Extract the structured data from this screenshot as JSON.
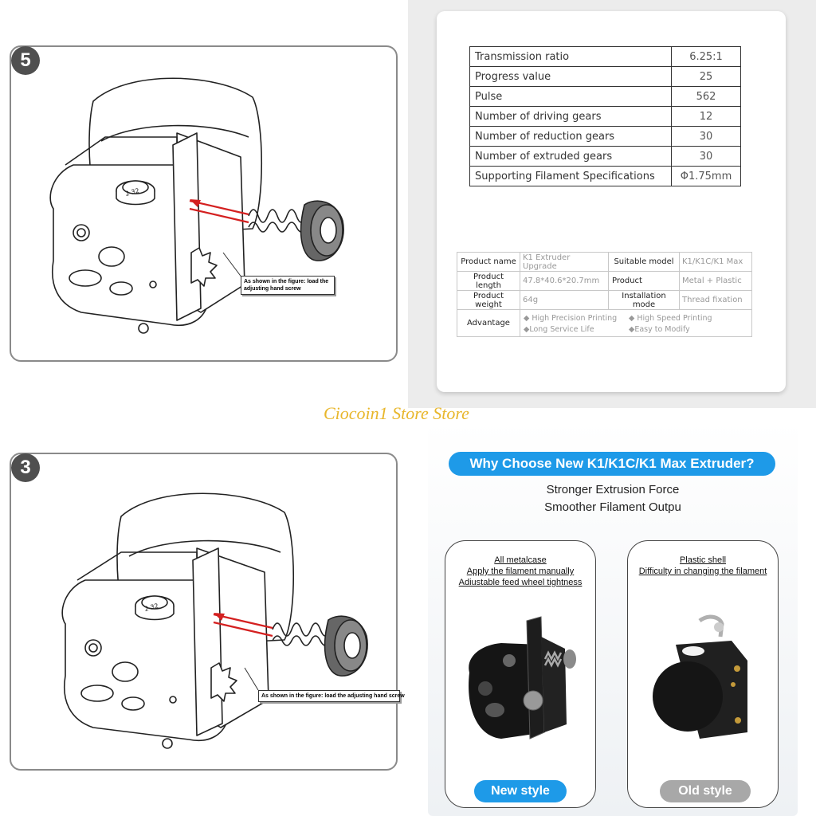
{
  "steps": [
    {
      "number": "5",
      "note": "As shown in the figure: load the adjusting hand screw"
    },
    {
      "number": "3",
      "note": "As shown in the figure: load the adjusting hand screw"
    }
  ],
  "screw_mark": "32",
  "specs": [
    {
      "label": "Transmission ratio",
      "value": "6.25:1"
    },
    {
      "label": "Progress value",
      "value": "25"
    },
    {
      "label": "Pulse",
      "value": "562"
    },
    {
      "label": "Number of driving gears",
      "value": "12"
    },
    {
      "label": "Number of reduction gears",
      "value": "30"
    },
    {
      "label": "Number of extruded gears",
      "value": "30"
    },
    {
      "label": "Supporting Filament Specifications",
      "value": "Φ1.75mm"
    }
  ],
  "product": {
    "name_label": "Product name",
    "name_value": "K1 Extruder Upgrade",
    "model_label": "Suitable model",
    "model_value": "K1/K1C/K1 Max",
    "length_label": "Product length",
    "length_value": "47.8*40.6*20.7mm",
    "material_label": "Product",
    "material_value": "Metal + Plastic",
    "weight_label": "Product weight",
    "weight_value": "64g",
    "install_label": "Installation mode",
    "install_value": "Thread fixation",
    "advantage_label": "Advantage",
    "advantages": [
      "High Precision Printing",
      "High Speed Printing",
      "Long Service Life",
      "Easy to Modify"
    ]
  },
  "watermark": "Ciocoin1 Store Store",
  "why": {
    "title": "Why Choose New K1/K1C/K1 Max Extruder?",
    "line1": "Stronger Extrusion Force",
    "line2": "Smoother Filament Outpu",
    "new": {
      "f1": "All metalcase",
      "f2": "Apply the filament manually",
      "f3": "Adiustable feed wheel tightness",
      "label": "New style"
    },
    "old": {
      "f1": "Plastic shell",
      "f2": "Difficulty in changing the filament",
      "label": "Old style"
    }
  },
  "colors": {
    "accent": "#1e9ae8",
    "old_pill": "#a8a8a8",
    "watermark": "#e8b62a",
    "arrow": "#d42020"
  }
}
